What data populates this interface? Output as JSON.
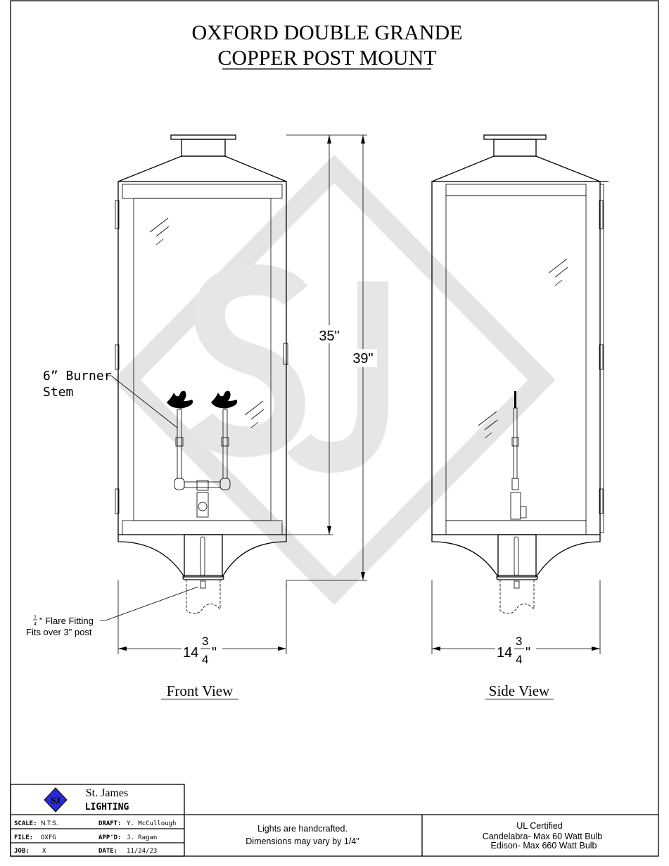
{
  "title": {
    "line1": "OXFORD DOUBLE GRANDE",
    "line2": "COPPER POST MOUNT"
  },
  "watermark": {
    "text": "SJ"
  },
  "front_view": {
    "label": "Front View",
    "height_inner": "35\"",
    "height_overall": "39\"",
    "width_whole": "14",
    "width_num": "3",
    "width_den": "4",
    "width_unit": "\"",
    "callout_burner_line1": "6”  Burner",
    "callout_burner_line2": "Stem",
    "callout_flare_num": "1",
    "callout_flare_den": "4",
    "callout_flare_line1": "\" Flare Fitting",
    "callout_flare_line2": "Fits over 3\" post"
  },
  "side_view": {
    "label": "Side View",
    "width_whole": "14",
    "width_num": "3",
    "width_den": "4",
    "width_unit": "\""
  },
  "title_block": {
    "company_line1": "St. James",
    "company_line2": "LIGHTING",
    "logo_text": "SJ",
    "scale_label": "SCALE:",
    "scale_value": "N.T.S.",
    "draft_label": "DRAFT:",
    "draft_value": "Y. McCullough",
    "file_label": "FILE:",
    "file_value": "OXFG",
    "appd_label": "APP'D:",
    "appd_value": "J. Ragan",
    "job_label": "JOB:",
    "job_value": "X",
    "date_label": "DATE:",
    "date_value": "11/24/23",
    "note_line1": "Lights are handcrafted.",
    "note_line2": "Dimensions may vary by 1/4\"",
    "cert_line1": "UL Certified",
    "cert_line2": "Candelabra- Max 60 Watt Bulb",
    "cert_line3": "Edison- Max 660 Watt Bulb"
  },
  "colors": {
    "watermark": "#e4e4e4",
    "logo_blue": "#2a2ad0"
  }
}
